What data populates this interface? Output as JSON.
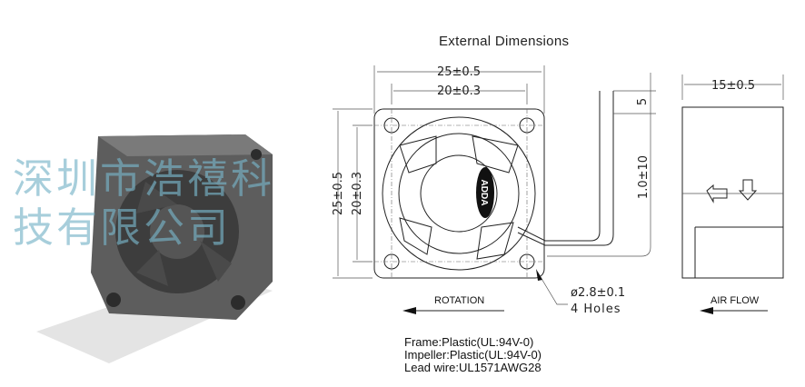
{
  "title": "External Dimensions",
  "dimensions": {
    "width_outer": "25±0.5",
    "width_holes": "20±0.3",
    "height_outer": "25±0.5",
    "height_holes": "20±0.3",
    "lead_offset": "5",
    "lead_length": "1.0±10",
    "depth": "15±0.5",
    "hole_spec": "ø2.8±0.1",
    "hole_count": "4 Holes"
  },
  "labels": {
    "rotation": "ROTATION",
    "air_flow": "AIR FLOW",
    "logo": "ADDA"
  },
  "materials": [
    "Frame:Plastic(UL:94V-0)",
    "Impeller:Plastic(UL:94V-0)",
    "Lead wire:UL1571AWG28"
  ],
  "watermark": "深圳市浩禧科技有限公司"
}
